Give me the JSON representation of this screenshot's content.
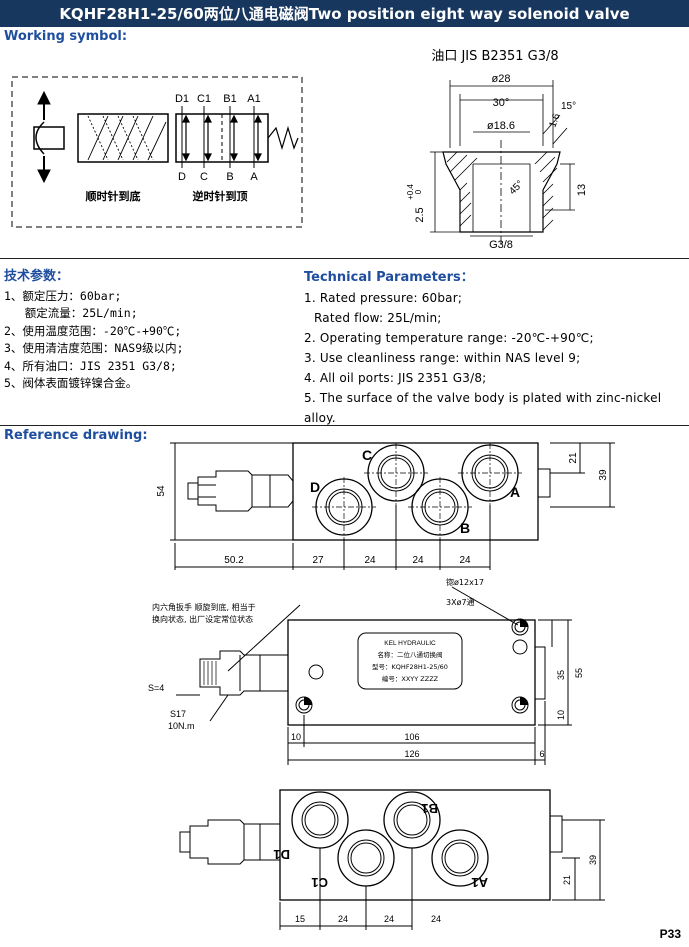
{
  "title": "KQHF28H1-25/60两位八通电磁阀Two position eight way solenoid valve",
  "working_symbol_label": "Working symbol:",
  "reference_drawing_label": "Reference drawing:",
  "symbol": {
    "top_ports": [
      "D1",
      "C1",
      "B1",
      "A1"
    ],
    "bottom_ports": [
      "D",
      "C",
      "B",
      "A"
    ],
    "caption_left": "顺时针到底",
    "caption_right": "逆时针到顶"
  },
  "port_detail": {
    "title": "油口 JIS B2351 G3/8",
    "dims": {
      "d28": "ø28",
      "angle30": "30°",
      "angle15": "15°",
      "r16": "1.6",
      "d186": "ø18.6",
      "angle45": "45°",
      "h13": "13",
      "h25": "2.5",
      "tol": "+0.4",
      "tol0": "0",
      "thread": "G3/8"
    }
  },
  "cn_params": {
    "heading": "技术参数：",
    "lines": [
      "1、额定压力：60bar;",
      "   额定流量：25L/min;",
      "2、使用温度范围：-20℃-+90℃;",
      "3、使用清洁度范围：NAS9级以内;",
      "4、所有油口：JIS 2351 G3/8;",
      "5、阀体表面镀锌镍合金。"
    ]
  },
  "en_params": {
    "heading": "Technical Parameters：",
    "lines": [
      "1. Rated pressure: 60bar;",
      "  Rated flow: 25L/min;",
      "2. Operating temperature range: -20℃-+90℃;",
      "3. Use cleanliness range: within NAS level 9;",
      "4. All oil ports: JIS 2351 G3/8;",
      "5. The surface of the valve body is plated with zinc-nickel",
      "alloy."
    ]
  },
  "drawing1": {
    "ports": [
      "C",
      "D",
      "A",
      "B"
    ],
    "dims": [
      "54",
      "21",
      "39",
      "50.2",
      "27",
      "24",
      "24",
      "24"
    ]
  },
  "drawing2": {
    "note_lines": [
      "内六角扳手 顺旋到底, 相当于",
      "换向状态, 出厂设定常位状态"
    ],
    "hole_note_1": "锪ø12x17",
    "hole_note_2": "3Xø7通",
    "s4": "S=4",
    "s17": "S17",
    "torque": "10N.m",
    "plate": [
      "KEL HYDRAULIC",
      "名称：二位八通切换阀",
      "型号：KQHF28H1-25/60",
      "编号：XXYY ZZZZ"
    ],
    "dims": [
      "10",
      "106",
      "126",
      "6",
      "10",
      "35",
      "55"
    ]
  },
  "drawing3": {
    "ports": [
      "B1",
      "D1",
      "C1",
      "A1"
    ],
    "dims": [
      "15",
      "24",
      "24",
      "24",
      "21",
      "39"
    ]
  },
  "page_number": "P33"
}
